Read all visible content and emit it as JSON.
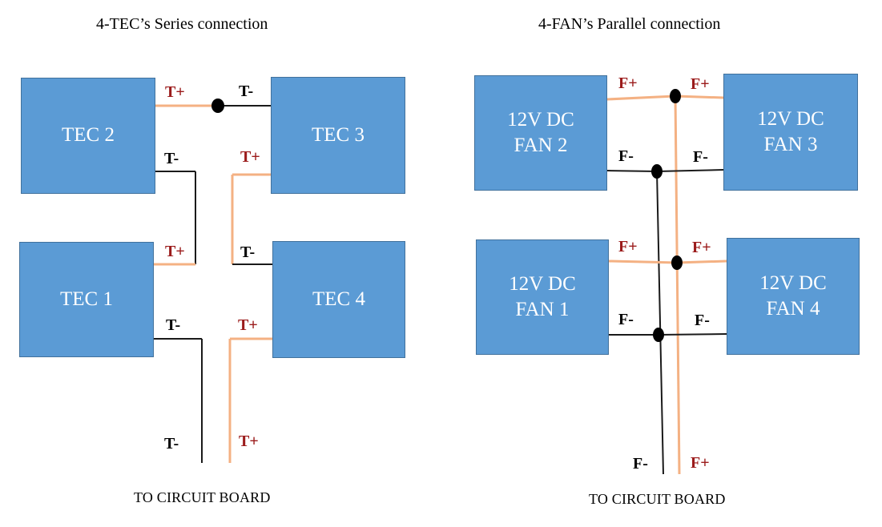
{
  "tec": {
    "title": "4-TEC’s Series connection",
    "footer": "TO CIRCUIT BOARD",
    "modules": [
      "TEC 2",
      "TEC 3",
      "TEC 1",
      "TEC 4"
    ],
    "positive": "T+",
    "negative": "T-"
  },
  "fan": {
    "title": "4-FAN’s Parallel  connection",
    "footer": "TO CIRCUIT BOARD",
    "modules": [
      {
        "line1": "12V DC",
        "line2": "FAN 2"
      },
      {
        "line1": "12V DC",
        "line2": "FAN 3"
      },
      {
        "line1": "12V DC",
        "line2": "FAN 1"
      },
      {
        "line1": "12V DC",
        "line2": "FAN 4"
      }
    ],
    "positive": "F+",
    "negative": "F-"
  },
  "colors": {
    "box_fill": "#5b9bd5",
    "box_border": "#41719c",
    "positive_wire": "#f4b183",
    "negative_wire": "#1a1a1a",
    "positive_label": "#9b1b1b"
  }
}
